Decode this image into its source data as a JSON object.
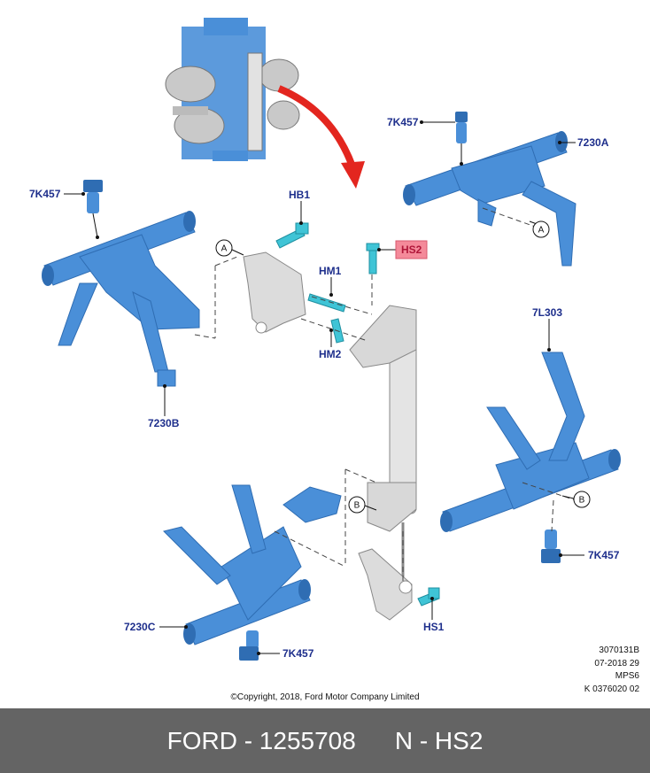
{
  "callouts": {
    "hb1": "HB1",
    "hs2": "HS2",
    "hm1": "HM1",
    "hm2": "HM2",
    "hs1": "HS1",
    "k457_top": "7K457",
    "k457_left": "7K457",
    "k457_right": "7K457",
    "k457_bottom": "7K457",
    "b7230a": "7230A",
    "b7230b": "7230B",
    "b7230c": "7230C",
    "l303": "7L303"
  },
  "reference_marks": {
    "a1": "A",
    "a2": "A",
    "b1": "B",
    "b2": "B"
  },
  "meta_lines": [
    "3070131B",
    "07-2018 29",
    "MPS6",
    "K 0376020 02"
  ],
  "copyright": "©Copyright, 2018, Ford Motor Company Limited",
  "footer": {
    "part": "FORD - 1255708",
    "code": "N - HS2"
  },
  "colors": {
    "part_blue": "#4a8fd8",
    "part_blue_dark": "#2f6db3",
    "fastener_cyan": "#3fc4d6",
    "highlight_fill": "#f48a9a",
    "callout_text": "#1e2f8c",
    "arrow_red": "#e3261f",
    "footer_bg": "#646464"
  }
}
